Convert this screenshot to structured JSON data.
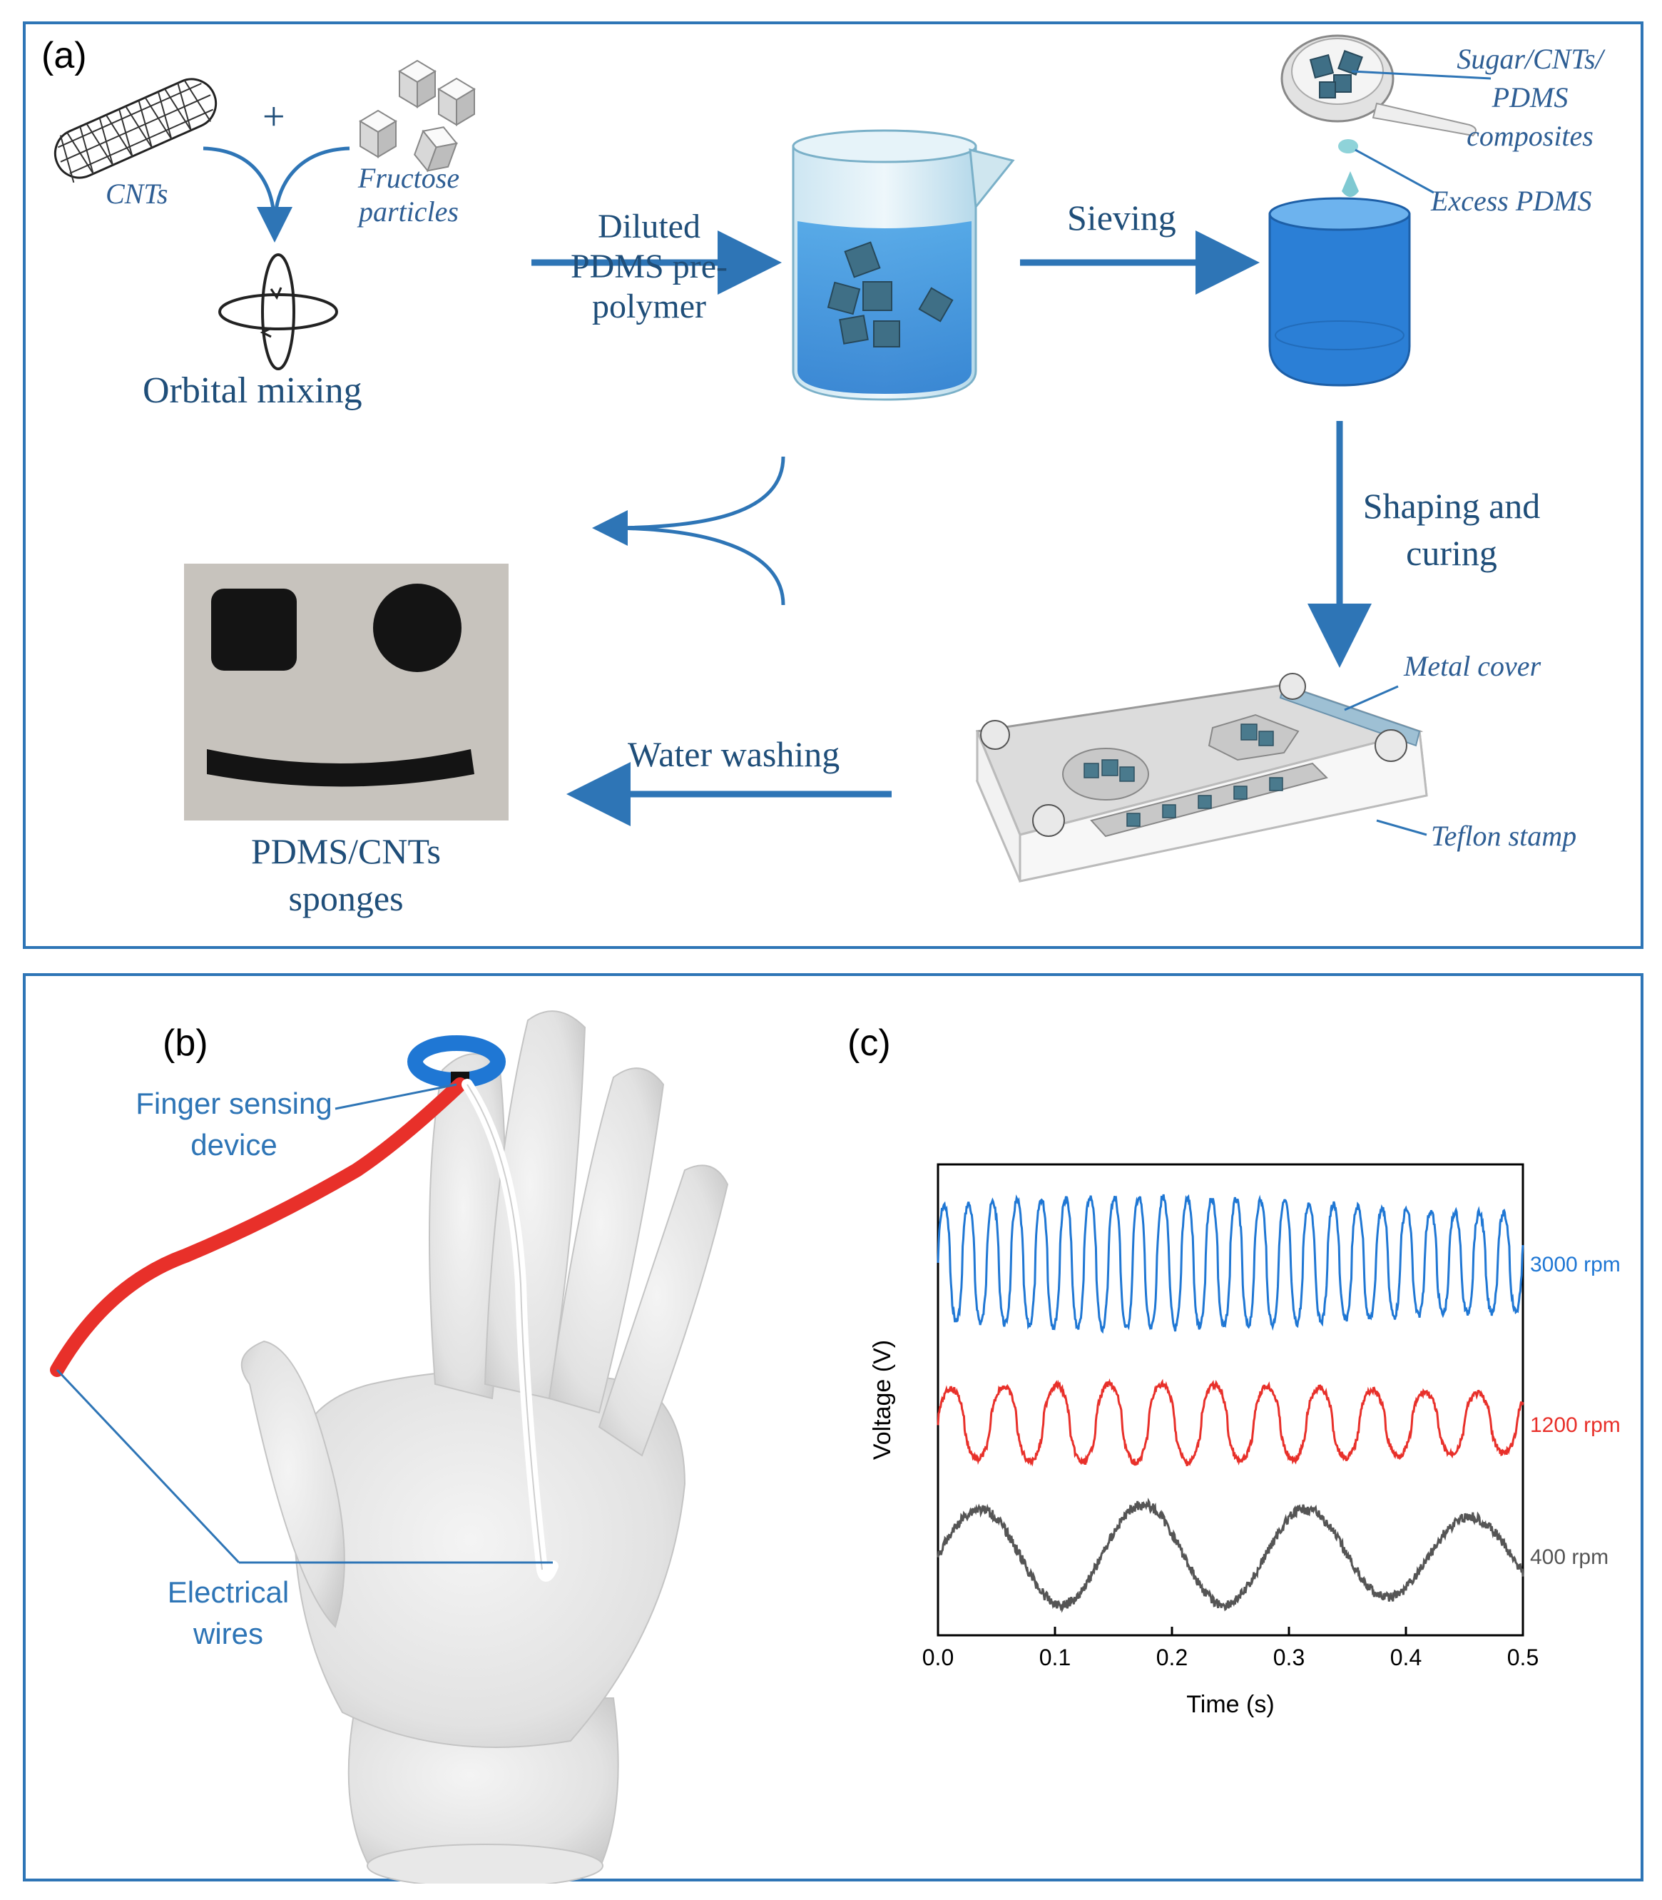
{
  "panel_a": {
    "label": "(a)",
    "cnts_label": "CNTs",
    "plus": "+",
    "fructose_label_1": "Fructose",
    "fructose_label_2": "particles",
    "orbital_mixing": "Orbital mixing",
    "step2_line1": "Diluted",
    "step2_line2": "PDMS pre-",
    "step2_line3": "polymer",
    "sieving": "Sieving",
    "sugar_composite_1": "Sugar/CNTs/",
    "sugar_composite_2": "PDMS",
    "sugar_composite_3": "composites",
    "excess_pdms": "Excess PDMS",
    "shaping_1": "Shaping and",
    "shaping_2": "curing",
    "metal_cover": "Metal cover",
    "teflon_stamp": "Teflon stamp",
    "water_washing": "Water washing",
    "sponges_1": "PDMS/CNTs",
    "sponges_2": "sponges"
  },
  "panel_b": {
    "label": "(b)",
    "finger_device_1": "Finger sensing",
    "finger_device_2": "device",
    "wires_1": "Electrical",
    "wires_2": "wires"
  },
  "panel_c": {
    "label": "(c)",
    "colors": {
      "s3000": "#1f77d4",
      "s1200": "#e8302a",
      "s400": "#555555"
    }
  },
  "chart_data": {
    "type": "line",
    "title": "",
    "xlabel": "Time (s)",
    "ylabel": "Voltage (V)",
    "xlim": [
      0.0,
      0.5
    ],
    "xticks": [
      "0.0",
      "0.1",
      "0.2",
      "0.3",
      "0.4",
      "0.5"
    ],
    "y_ticks_shown": false,
    "series": [
      {
        "name": "3000 rpm",
        "period_s": 0.0208,
        "peaks_s": 0.5,
        "note_offset": "top"
      },
      {
        "name": "1200 rpm",
        "period_s": 0.045,
        "note_offset": "middle"
      },
      {
        "name": "400 rpm",
        "period_s": 0.14,
        "note_offset": "bottom"
      }
    ]
  }
}
